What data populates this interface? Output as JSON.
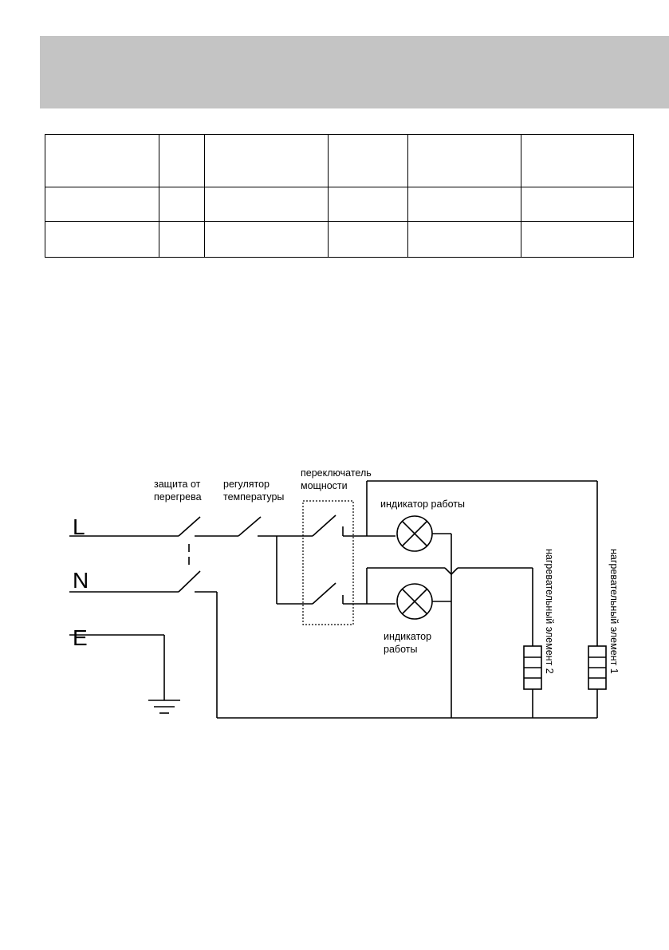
{
  "labels": {
    "line": "L",
    "neutral": "N",
    "earth": "E",
    "overheat_1": "защита от",
    "overheat_2": "перегрева",
    "thermostat_1": "регулятор",
    "thermostat_2": "температуры",
    "power_switch_1": "переключатель",
    "power_switch_2": "мощности",
    "indicator_top": "индикатор работы",
    "indicator_bottom_1": "индикатор",
    "indicator_bottom_2": "работы",
    "element_2": "нагревательный элемент 2",
    "element_1": "нагревательный элемент 1"
  }
}
